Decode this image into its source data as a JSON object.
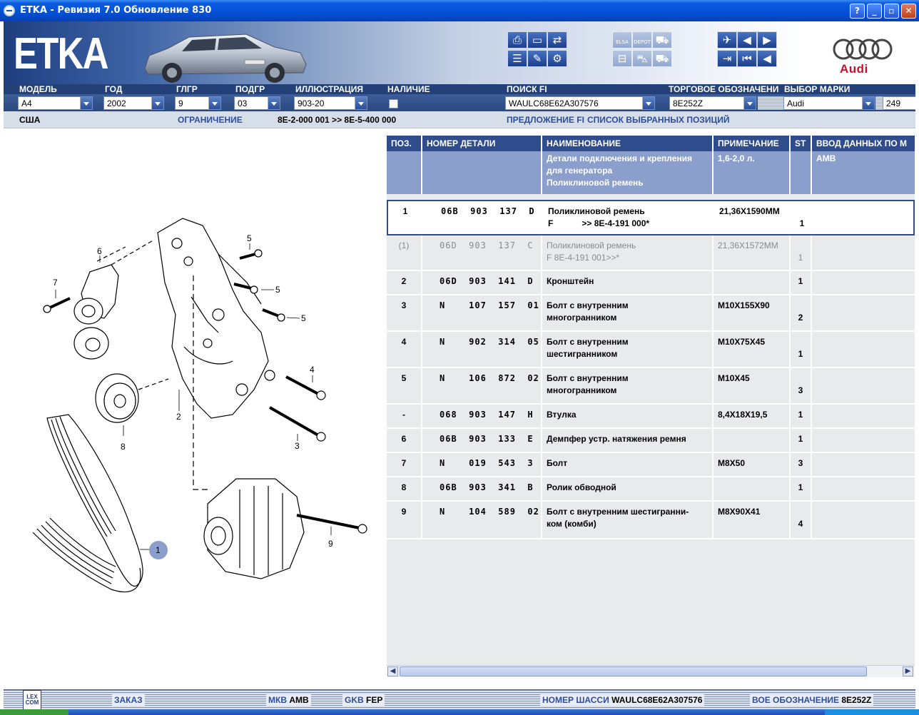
{
  "window": {
    "title": "ETKA - Ревизия 7.0 Обновление 830",
    "buttons": {
      "help": "?",
      "minimize": "_",
      "restore": "▫",
      "close": "✕"
    }
  },
  "header": {
    "logo": "ETKA",
    "brand": "Audi",
    "toolbar_disabled_labels": [
      "ELSA",
      "DEPOT"
    ]
  },
  "labels": {
    "model": "МОДЕЛЬ",
    "year": "ГОД",
    "main_group": "ГЛГР",
    "sub_group": "ПОДГР",
    "illustration": "ИЛЛЮСТРАЦИЯ",
    "availability": "НАЛИЧИЕ",
    "search": "ПОИСК FI",
    "trade_designation": "ТОРГОВОЕ ОБОЗНАЧЕНИ",
    "brand_select": "ВЫБОР МАРКИ"
  },
  "fields": {
    "model": "A4",
    "year": "2002",
    "main_group": "9",
    "sub_group": "03",
    "illustration": "903-20",
    "search": "WAULC68E62A307576",
    "trade_designation": "8E252Z",
    "brand": "Audi",
    "count": "249"
  },
  "info": {
    "market": "США",
    "restriction_label": "ОГРАНИЧЕНИЕ",
    "restriction_value": "8E-2-000 001 >> 8E-5-400 000",
    "proposal_label": "ПРЕДЛОЖЕНИЕ FI",
    "selected_list_label": "СПИСОК ВЫБРАННЫХ ПОЗИЦИЙ"
  },
  "table": {
    "columns": [
      "ПОЗ.",
      "НОМЕР ДЕТАЛИ",
      "НАИМЕНОВАНИЕ",
      "ПРИМЕЧАНИЕ",
      "ST",
      "ВВОД ДАННЫХ ПО М"
    ],
    "group": {
      "name_lines": [
        "Детали подключения и крепления",
        "для генератора",
        "Поликлиновой ремень"
      ],
      "note": "1,6-2,0 л.",
      "data": "AMB"
    },
    "rows": [
      {
        "pos": "1",
        "part": "06B  903  137  D",
        "name": "Поликлиновой ремень",
        "name2": "F            >> 8E-4-191 000*",
        "note": "21,36X1590MM",
        "st": "1"
      },
      {
        "pos": "(1)",
        "part": "06D  903  137  C",
        "name": "Поликлиновой ремень",
        "name2": "F 8E-4-191 001>>*",
        "note": "21,36X1572MM",
        "st": "1"
      },
      {
        "pos": "2",
        "part": "06D  903  141  D",
        "name": "Кронштейн",
        "name2": "",
        "note": "",
        "st": "1"
      },
      {
        "pos": "3",
        "part": "N    107  157  01",
        "name": "Болт с внутренним",
        "name2": "многогранником",
        "note": "M10X155X90",
        "st": "2"
      },
      {
        "pos": "4",
        "part": "N    902  314  05",
        "name": "Болт с внутренним",
        "name2": "шестигранником",
        "note": "M10X75X45",
        "st": "1"
      },
      {
        "pos": "5",
        "part": "N    106  872  02",
        "name": "Болт с внутренним",
        "name2": "многогранником",
        "note": "M10X45",
        "st": "3"
      },
      {
        "pos": "-",
        "part": "068  903  147  H",
        "name": "Втулка",
        "name2": "",
        "note": "8,4X18X19,5",
        "st": "1"
      },
      {
        "pos": "6",
        "part": "06B  903  133  E",
        "name": "Демпфер устр. натяжения ремня",
        "name2": "",
        "note": "",
        "st": "1"
      },
      {
        "pos": "7",
        "part": "N    019  543  3",
        "name": "Болт",
        "name2": "",
        "note": "M8X50",
        "st": "3"
      },
      {
        "pos": "8",
        "part": "06B  903  341  B",
        "name": "Ролик обводной",
        "name2": "",
        "note": "",
        "st": "1"
      },
      {
        "pos": "9",
        "part": "N    104  589  02",
        "name": "Болт с внутренним шестигранни-",
        "name2": "ком (комби)",
        "note": "M8X90X41",
        "st": "4"
      }
    ]
  },
  "drawing": {
    "callouts": [
      "1",
      "2",
      "3",
      "4",
      "5",
      "5",
      "5",
      "6",
      "7",
      "8",
      "9"
    ]
  },
  "statusbar": {
    "lexcom": "LEX COM",
    "order": "ЗАКАЗ",
    "mkb_label": "МКВ",
    "mkb_value": "AMB",
    "gkb_label": "GKB",
    "gkb_value": "FEP",
    "chassis_label": "НОМЕР ШАССИ",
    "chassis_value": "WAULC68E62A307576",
    "designation_label": "ВОЕ ОБОЗНАЧЕНИЕ",
    "designation_value": "8E252Z"
  },
  "colors": {
    "titlebar": "#0553d8",
    "header_bar": "#234078",
    "table_header": "#2f4d8d",
    "group_row": "#8a9fcc",
    "row_bg": "#e8eaec",
    "audi_red": "#c8102e"
  }
}
